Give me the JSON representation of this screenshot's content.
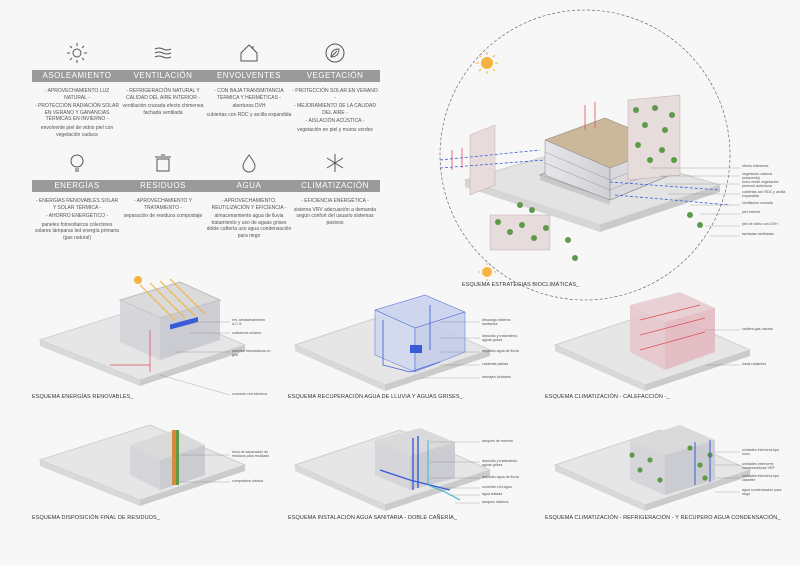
{
  "categories": [
    {
      "id": "asoleamiento",
      "title": "ASOLEAMIENTO",
      "icon": "sun-icon",
      "lines": [
        "- APROVECHAMIENTO LUZ NATURAL -",
        "- PROTECCIÓN RADIACIÓN SOLAR EN VERANO Y GANANCIAS TÉRMICAS EN INVIERNO -",
        "envolvente piel de vidrio piel con vegetación caduca"
      ]
    },
    {
      "id": "ventilacion",
      "title": "VENTILACIÓN",
      "icon": "wind-icon",
      "lines": [
        "- REFRIGERACIÓN NATURAL Y CALIDAD DEL AIRE INTERIOR -",
        "ventilación cruzada efecto chimenea fachada ventilada"
      ]
    },
    {
      "id": "envolventes",
      "title": "ENVOLVENTES",
      "icon": "house-icon",
      "lines": [
        "- CON BAJA TRANSMITANCIA TÉRMICA Y HERMÉTICAS -",
        "aberturas DVH",
        "cubiertas con RDC y arcilla expandida"
      ]
    },
    {
      "id": "vegetacion",
      "title": "VEGETACIÓN",
      "icon": "leaf-icon",
      "lines": [
        "- PROTECCIÓN SOLAR EN VERANO -",
        "- MEJORAMIENTO DE LA CALIDAD DEL AIRE -",
        "- AISLACIÓN ACÚSTICA -",
        "vegetación en piel y muros verdes"
      ]
    },
    {
      "id": "energias",
      "title": "ENERGÍAS",
      "icon": "lightbulb-icon",
      "lines": [
        "- ENERGÍAS RENOVABLES SOLAR Y SOLAR TÉRMICA -",
        "- AHORRO ENERGÉTICO -",
        "paneles fotovoltaicos colectores solares lámparas led energía primaria (gas natural)"
      ]
    },
    {
      "id": "residuos",
      "title": "RESIDUOS",
      "icon": "recycle-bin-icon",
      "lines": [
        "- APROVECHAMIENTO Y TRATAMIENTO -",
        "separación de residuos compostaje"
      ]
    },
    {
      "id": "agua",
      "title": "AGUA",
      "icon": "water-drop-icon",
      "lines": [
        "- APROVECHAMIENTO, REUTILIZACIÓN Y EFICIENCIA -",
        "almacenamiento agua de lluvia tratamiento y uso de aguas grises doble cañería uso agua condensación para riego"
      ]
    },
    {
      "id": "climatizacion",
      "title": "CLIMATIZACIÓN",
      "icon": "snowflake-sun-icon",
      "lines": [
        "- EFICIENCIA ENERGÉTICA -",
        "sistema VRV adecuación a demanda según confort del usuario sistemas pasivos"
      ]
    }
  ],
  "diagrams": {
    "bioclimatic": {
      "caption": "ESQUEMA ESTRATEGIAS BIOCLIMÁTICAS_",
      "labels": [
        "efecto chimenea",
        "vegetación caduca (sotavento)",
        "muro verde vegetación perenne autóctona",
        "cubiertas con RDC y arcilla expandida",
        "ventilación cruzada",
        "piel exterior",
        "piel de vidrio con DVH",
        "fachadas ventiladas"
      ]
    },
    "energias": {
      "caption": "ESQUEMA ENERGÍAS RENOVABLES_",
      "labels": [
        "ext. almacenamiento A.C.S.",
        "colectores solares",
        "paneles fotovoltaicos on grid",
        "conexión red eléctrica"
      ]
    },
    "lluvia": {
      "caption": "ESQUEMA RECUPERACIÓN AGUA DE LLUVIA Y AGUAS GRISES_",
      "labels": [
        "descarga cisterna sanitarios",
        "depósito y tratamiento aguas grises",
        "depósito agua de lluvia",
        "cubiertas planas",
        "drenajes pluviales"
      ]
    },
    "calefaccion": {
      "caption": "ESQUEMA CLIMATIZACIÓN - CALEFACCIÓN -_",
      "labels": [
        "caldera gas natural",
        "losas radiantes"
      ]
    },
    "residuos": {
      "caption": "ESQUEMA DISPOSICIÓN FINAL DE RESIDUOS_",
      "labels": [
        "tolva de separación de residuos para reciclado",
        "compostera urbana"
      ]
    },
    "sanitaria": {
      "caption": "ESQUEMA INSTALACIÓN AGUA SANITARIA - DOBLE CAÑERÍA_",
      "labels": [
        "tanques de reserva",
        "depósito y tratamiento aguas grises",
        "depósito agua de lluvia",
        "conexión red agua",
        "agua tratada",
        "tanques cisterna"
      ]
    },
    "refrigeracion": {
      "caption": "ESQUEMA CLIMATIZACIÓN - REFRIGERACIÓN - Y RECUPERO AGUA CONDENSACIÓN_",
      "labels": [
        "unidades interiores tipo muro",
        "unidades exteriores condensadoras VRF",
        "unidades interiores tipo cassette",
        "agua condensación para riego"
      ]
    }
  },
  "colors": {
    "bar": "#9a9a9a",
    "blue": "#3a5bd9",
    "red": "#e0505a",
    "green": "#5f9a4a",
    "sun": "#f5b342"
  }
}
